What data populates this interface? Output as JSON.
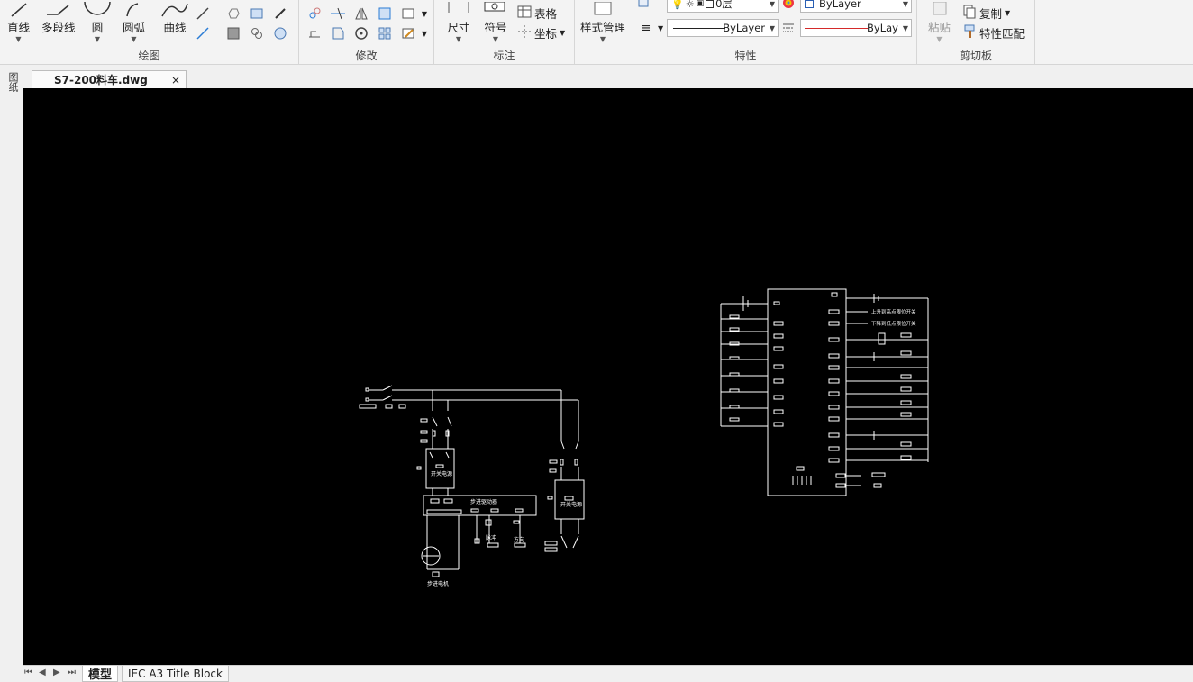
{
  "ribbon": {
    "draw": {
      "title": "绘图",
      "line": "直线",
      "polyline": "多段线",
      "circle": "圆",
      "arc": "圆弧",
      "curve": "曲线"
    },
    "modify": {
      "title": "修改"
    },
    "annotation": {
      "title": "标注",
      "dimension": "尺寸",
      "symbol": "符号",
      "table": "表格",
      "coordinate": "坐标"
    },
    "properties": {
      "title": "特性",
      "style_manager": "样式管理",
      "layer_value": "0层",
      "color_value": "ByLayer",
      "linetype_value": "ByLayer",
      "lineweight_value": "ByLay"
    },
    "clipboard": {
      "title": "剪切板",
      "paste": "粘贴",
      "copy": "复制",
      "match_properties": "特性匹配"
    }
  },
  "left_strip": {
    "label": "图纸"
  },
  "document_tab": {
    "name": "S7-200料车.dwg",
    "close": "×"
  },
  "layout_tabs": [
    {
      "label": "模型",
      "active": true
    },
    {
      "label": "IEC A3 Title Block",
      "active": false
    }
  ],
  "drawing": {
    "left_labels": [
      "开关电源",
      "步进驱动器",
      "开关电源",
      "脉冲",
      "方向",
      "步进电机"
    ],
    "right_labels": [
      "上升到高点限位开关",
      "下降到低点限位开关"
    ]
  }
}
